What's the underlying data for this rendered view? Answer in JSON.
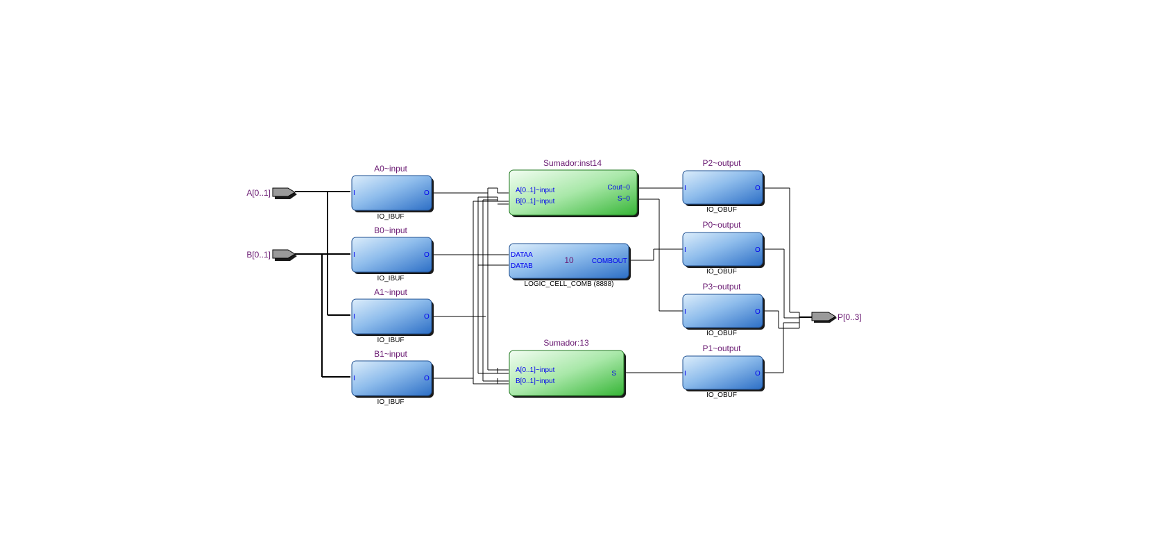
{
  "input_pins": [
    {
      "id": "A",
      "label": "A[0..1]"
    },
    {
      "id": "B",
      "label": "B[0..1]"
    }
  ],
  "output_pins": [
    {
      "id": "P",
      "label": "P[0..3]"
    }
  ],
  "ibufs": [
    {
      "id": "A0",
      "title": "A0~input",
      "type": "IO_IBUF",
      "port_in": "I",
      "port_out": "O"
    },
    {
      "id": "B0",
      "title": "B0~input",
      "type": "IO_IBUF",
      "port_in": "I",
      "port_out": "O"
    },
    {
      "id": "A1",
      "title": "A1~input",
      "type": "IO_IBUF",
      "port_in": "I",
      "port_out": "O"
    },
    {
      "id": "B1",
      "title": "B1~input",
      "type": "IO_IBUF",
      "port_in": "I",
      "port_out": "O"
    }
  ],
  "obufs": [
    {
      "id": "P2",
      "title": "P2~output",
      "type": "IO_OBUF",
      "port_in": "I",
      "port_out": "O"
    },
    {
      "id": "P0",
      "title": "P0~output",
      "type": "IO_OBUF",
      "port_in": "I",
      "port_out": "O"
    },
    {
      "id": "P3",
      "title": "P3~output",
      "type": "IO_OBUF",
      "port_in": "I",
      "port_out": "O"
    },
    {
      "id": "P1",
      "title": "P1~output",
      "type": "IO_OBUF",
      "port_in": "I",
      "port_out": "O"
    }
  ],
  "sumador_inst14": {
    "title": "Sumador:inst14",
    "in_a": "A[0..1]~input",
    "in_b": "B[0..1]~input",
    "out_cout": "Cout~0",
    "out_s": "S~0"
  },
  "sumador_13": {
    "title": "Sumador:13",
    "in_a": "A[0..1]~input",
    "in_b": "B[0..1]~input",
    "out_s": "S"
  },
  "logic_cell": {
    "type": "LOGIC_CELL_COMB (8888)",
    "in_a": "DATAA",
    "in_b": "DATAB",
    "value": "10",
    "out": "COMBOUT"
  },
  "colors": {
    "ibuf_light": "#d9ecfb",
    "ibuf_dark": "#2f73c9",
    "sumador_light": "#effcef",
    "sumador_dark": "#3dbb3d",
    "title_text": "#6a1a72",
    "port_text": "#0000ee"
  }
}
